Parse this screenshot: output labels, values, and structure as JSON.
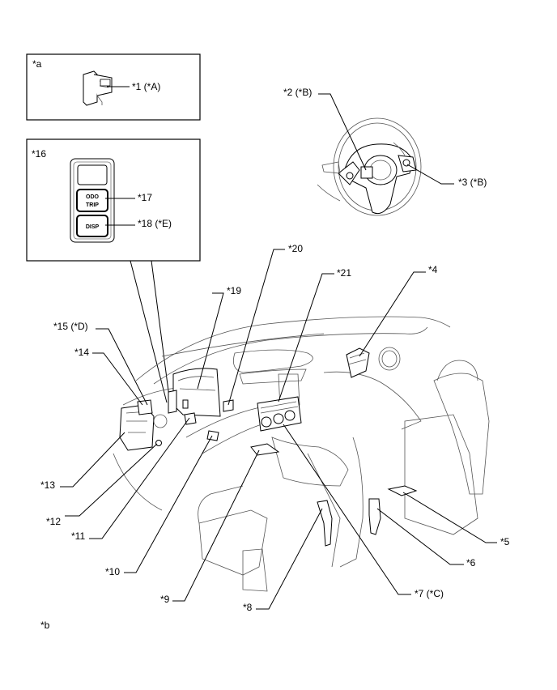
{
  "inset_a": {
    "tag": "*a",
    "callout": "*1 (*A)"
  },
  "inset_16": {
    "tag": "*16",
    "buttons": [
      {
        "id": "odo",
        "line1": "ODO",
        "line2": "TRIP",
        "callout": "*17"
      },
      {
        "id": "disp",
        "line1": "DISP",
        "callout": "*18 (*E)"
      }
    ]
  },
  "callouts": {
    "c2": "*2 (*B)",
    "c3": "*3 (*B)",
    "c4": "*4",
    "c5": "*5",
    "c6": "*6",
    "c7": "*7 (*C)",
    "c8": "*8",
    "c9": "*9",
    "c10": "*10",
    "c11": "*11",
    "c12": "*12",
    "c13": "*13",
    "c14": "*14",
    "c15": "*15 (*D)",
    "c19": "*19",
    "c20": "*20",
    "c21": "*21"
  },
  "footer_tag": "*b"
}
